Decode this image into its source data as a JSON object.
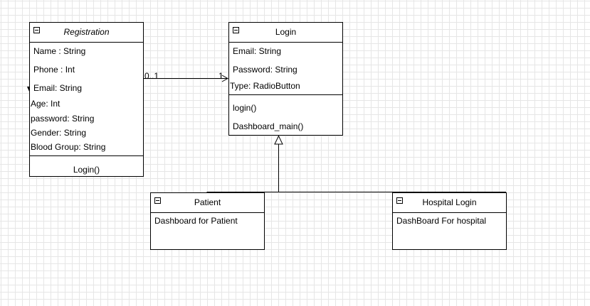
{
  "registration": {
    "title": "Registration",
    "attributes": [
      "Name : String",
      "Phone : Int",
      "Email: String",
      "Age: Int",
      "password: String",
      "Gender: String",
      "Blood Group: String"
    ],
    "methods": [
      "Login()"
    ]
  },
  "login": {
    "title": "Login",
    "attributes": [
      "Email: String",
      "Password: String",
      "Type: RadioButton"
    ],
    "methods": [
      "login()",
      "Dashboard_main()"
    ]
  },
  "patient": {
    "title": "Patient",
    "body": "Dashboard for Patient"
  },
  "hospital": {
    "title": "Hospital Login",
    "body": "DashBoard For hospital"
  },
  "association": {
    "source_multiplicity": "0..1",
    "target_multiplicity": "1"
  }
}
